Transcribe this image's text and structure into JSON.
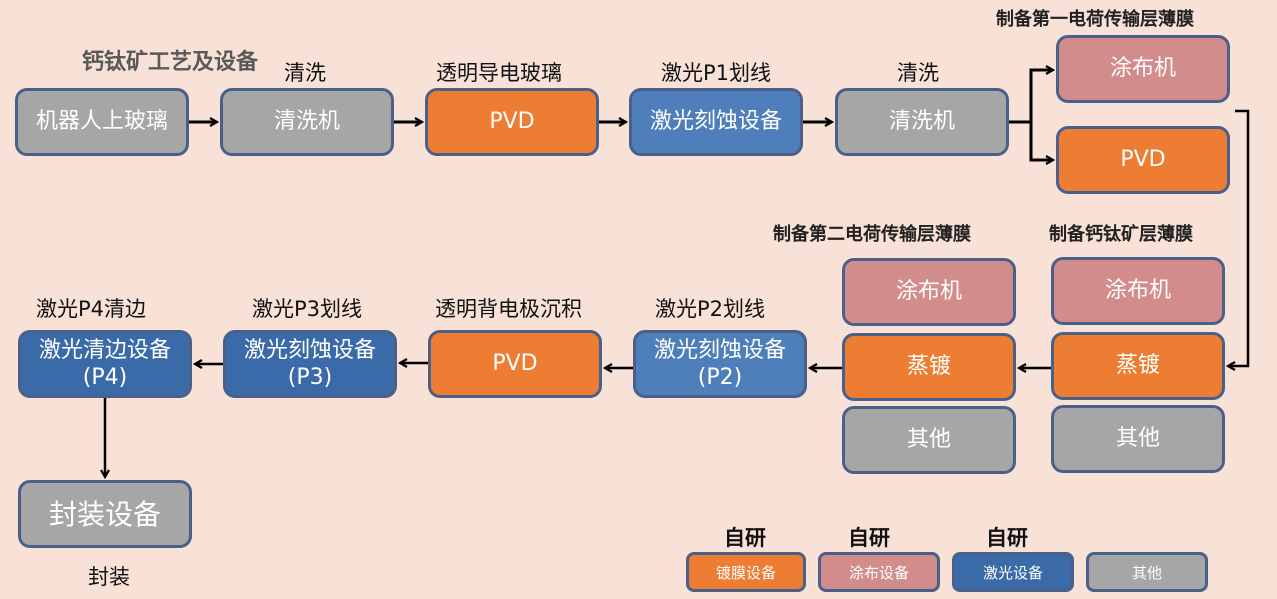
{
  "title": "钙钛矿工艺及设备",
  "colors": {
    "background": "#f8e1d7",
    "coating_equipment_orange": "#ec7d33",
    "coater_pink": "#d38c8c",
    "laser_blue": "#3b6aa8",
    "laser_blue_light": "#4f7fba",
    "other_gray": "#a6a6a6",
    "border": "#4a6088"
  },
  "row1": {
    "load_glass": {
      "box": "机器人上玻璃"
    },
    "clean1": {
      "step": "清洗",
      "box": "清洗机"
    },
    "tco": {
      "step": "透明导电玻璃",
      "box": "PVD"
    },
    "p1": {
      "step": "激光P1划线",
      "box": "激光刻蚀设备"
    },
    "clean2": {
      "step": "清洗",
      "box": "清洗机"
    }
  },
  "etl": {
    "step": "制备第一电荷传输层薄膜",
    "options": [
      "涂布机",
      "PVD"
    ]
  },
  "perovskite": {
    "step": "制备钙钛矿层薄膜",
    "options": [
      "涂布机",
      "蒸镀",
      "其他"
    ]
  },
  "htl": {
    "step": "制备第二电荷传输层薄膜",
    "options": [
      "涂布机",
      "蒸镀",
      "其他"
    ]
  },
  "row2": {
    "p2": {
      "step": "激光P2划线",
      "box_line1": "激光刻蚀设备",
      "box_line2": "(P2)"
    },
    "back_electrode": {
      "step": "透明背电极沉积",
      "box": "PVD"
    },
    "p3": {
      "step": "激光P3划线",
      "box_line1": "激光刻蚀设备",
      "box_line2": "(P3)"
    },
    "p4": {
      "step": "激光P4清边",
      "box_line1": "激光清边设备",
      "box_line2": "(P4)"
    }
  },
  "packaging": {
    "box": "封装设备",
    "step": "封装"
  },
  "legend": [
    {
      "tag": "自研",
      "label": "镀膜设备",
      "color": "#ec7d33"
    },
    {
      "tag": "自研",
      "label": "涂布设备",
      "color": "#d38c8c"
    },
    {
      "tag": "自研",
      "label": "激光设备",
      "color": "#3b6aa8"
    },
    {
      "tag": "",
      "label": "其他",
      "color": "#a6a6a6"
    }
  ]
}
